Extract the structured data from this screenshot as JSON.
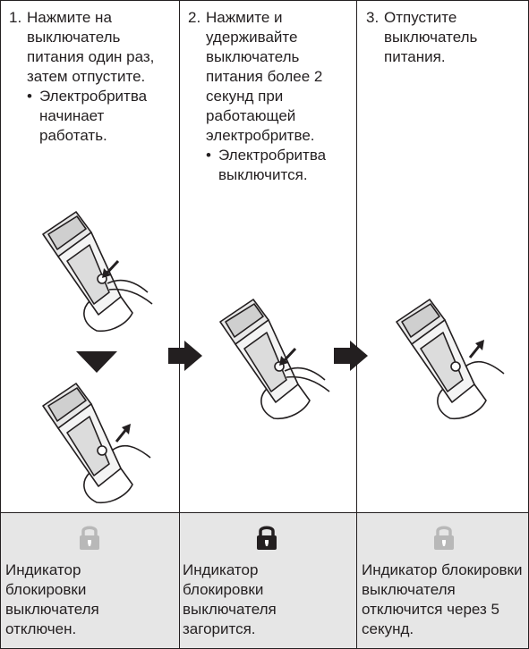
{
  "columns": [
    {
      "number": "1.",
      "text": "Нажмите на выключатель питания один раз, затем отпустите.",
      "bullet": "Электробритва начинает работать.",
      "indicator_text": "Индикатор блокировки выключателя отключен.",
      "lock_state": "off"
    },
    {
      "number": "2.",
      "text": "Нажмите и удерживайте выключатель питания более 2 секунд при работающей электробритве.",
      "bullet": "Электробритва выключится.",
      "indicator_text": "Индикатор блокировки выключателя загорится.",
      "lock_state": "on"
    },
    {
      "number": "3.",
      "text": "Отпустите выключатель питания.",
      "bullet": "",
      "indicator_text": "Индикатор блокировки выключателя отключится через 5 секунд.",
      "lock_state": "off"
    }
  ],
  "bullet_symbol": "•",
  "colors": {
    "line": "#231f20",
    "bottom_band": "#e6e6e6",
    "lock_off": "#b8b8b8",
    "lock_on": "#231f20"
  },
  "icons": [
    "shaver-press-icon",
    "shaver-release-icon",
    "arrow-down-icon",
    "arrow-right-icon",
    "lock-icon"
  ]
}
